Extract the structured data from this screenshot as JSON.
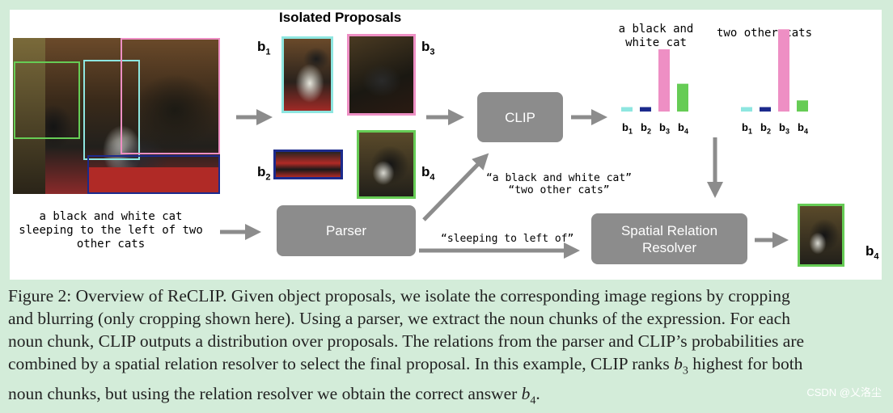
{
  "figure": {
    "isolated_title": "Isolated Proposals",
    "proposal_labels": [
      "b",
      "b",
      "b",
      "b"
    ],
    "proposal_subs": [
      "1",
      "2",
      "3",
      "4"
    ],
    "clip_label": "CLIP",
    "parser_label": "Parser",
    "resolver_label_line1": "Spatial Relation",
    "resolver_label_line2": "Resolver",
    "expression_line1": "a black and white cat",
    "expression_line2": "sleeping to the left of two",
    "expression_line3": "other cats",
    "noun_chunks_line1": "“a black and white cat”",
    "noun_chunks_line2": "“two other cats”",
    "relation_text": "“sleeping to left of”",
    "output_label": "b",
    "output_sub": "4"
  },
  "chart_data": [
    {
      "type": "bar",
      "title_line1": "a black and",
      "title_line2": "white cat",
      "categories": [
        "b1",
        "b2",
        "b3",
        "b4"
      ],
      "tick_main": [
        "b",
        "b",
        "b",
        "b"
      ],
      "tick_sub": [
        "1",
        "2",
        "3",
        "4"
      ],
      "values": [
        0.04,
        0.04,
        0.56,
        0.25
      ],
      "colors": [
        "#8ee6e0",
        "#1c2a8c",
        "#ee8fc4",
        "#66cc55"
      ]
    },
    {
      "type": "bar",
      "title_line1": "two other cats",
      "title_line2": "",
      "categories": [
        "b1",
        "b2",
        "b3",
        "b4"
      ],
      "tick_main": [
        "b",
        "b",
        "b",
        "b"
      ],
      "tick_sub": [
        "1",
        "2",
        "3",
        "4"
      ],
      "values": [
        0.04,
        0.04,
        0.74,
        0.1
      ],
      "colors": [
        "#8ee6e0",
        "#1c2a8c",
        "#ee8fc4",
        "#66cc55"
      ]
    }
  ],
  "caption": {
    "line1": "Figure 2: Overview of ReCLIP. Given object proposals, we isolate the corresponding image regions by cropping",
    "line2": "and blurring (only cropping shown here). Using a parser, we extract the noun chunks of the expression. For each",
    "line3": "noun chunk, CLIP outputs a distribution over proposals. The relations from the parser and CLIP’s probabilities are",
    "line4_pre": "combined by a spatial relation resolver to select the final proposal. In this example, CLIP ranks ",
    "line4_var": "b",
    "line4_sub": "3",
    "line4_post": " highest for both",
    "line5_pre": "noun chunks, but using the relation resolver we obtain the correct answer ",
    "line5_var": "b",
    "line5_sub": "4",
    "line5_post": "."
  },
  "watermark": "CSDN @乂洛尘"
}
